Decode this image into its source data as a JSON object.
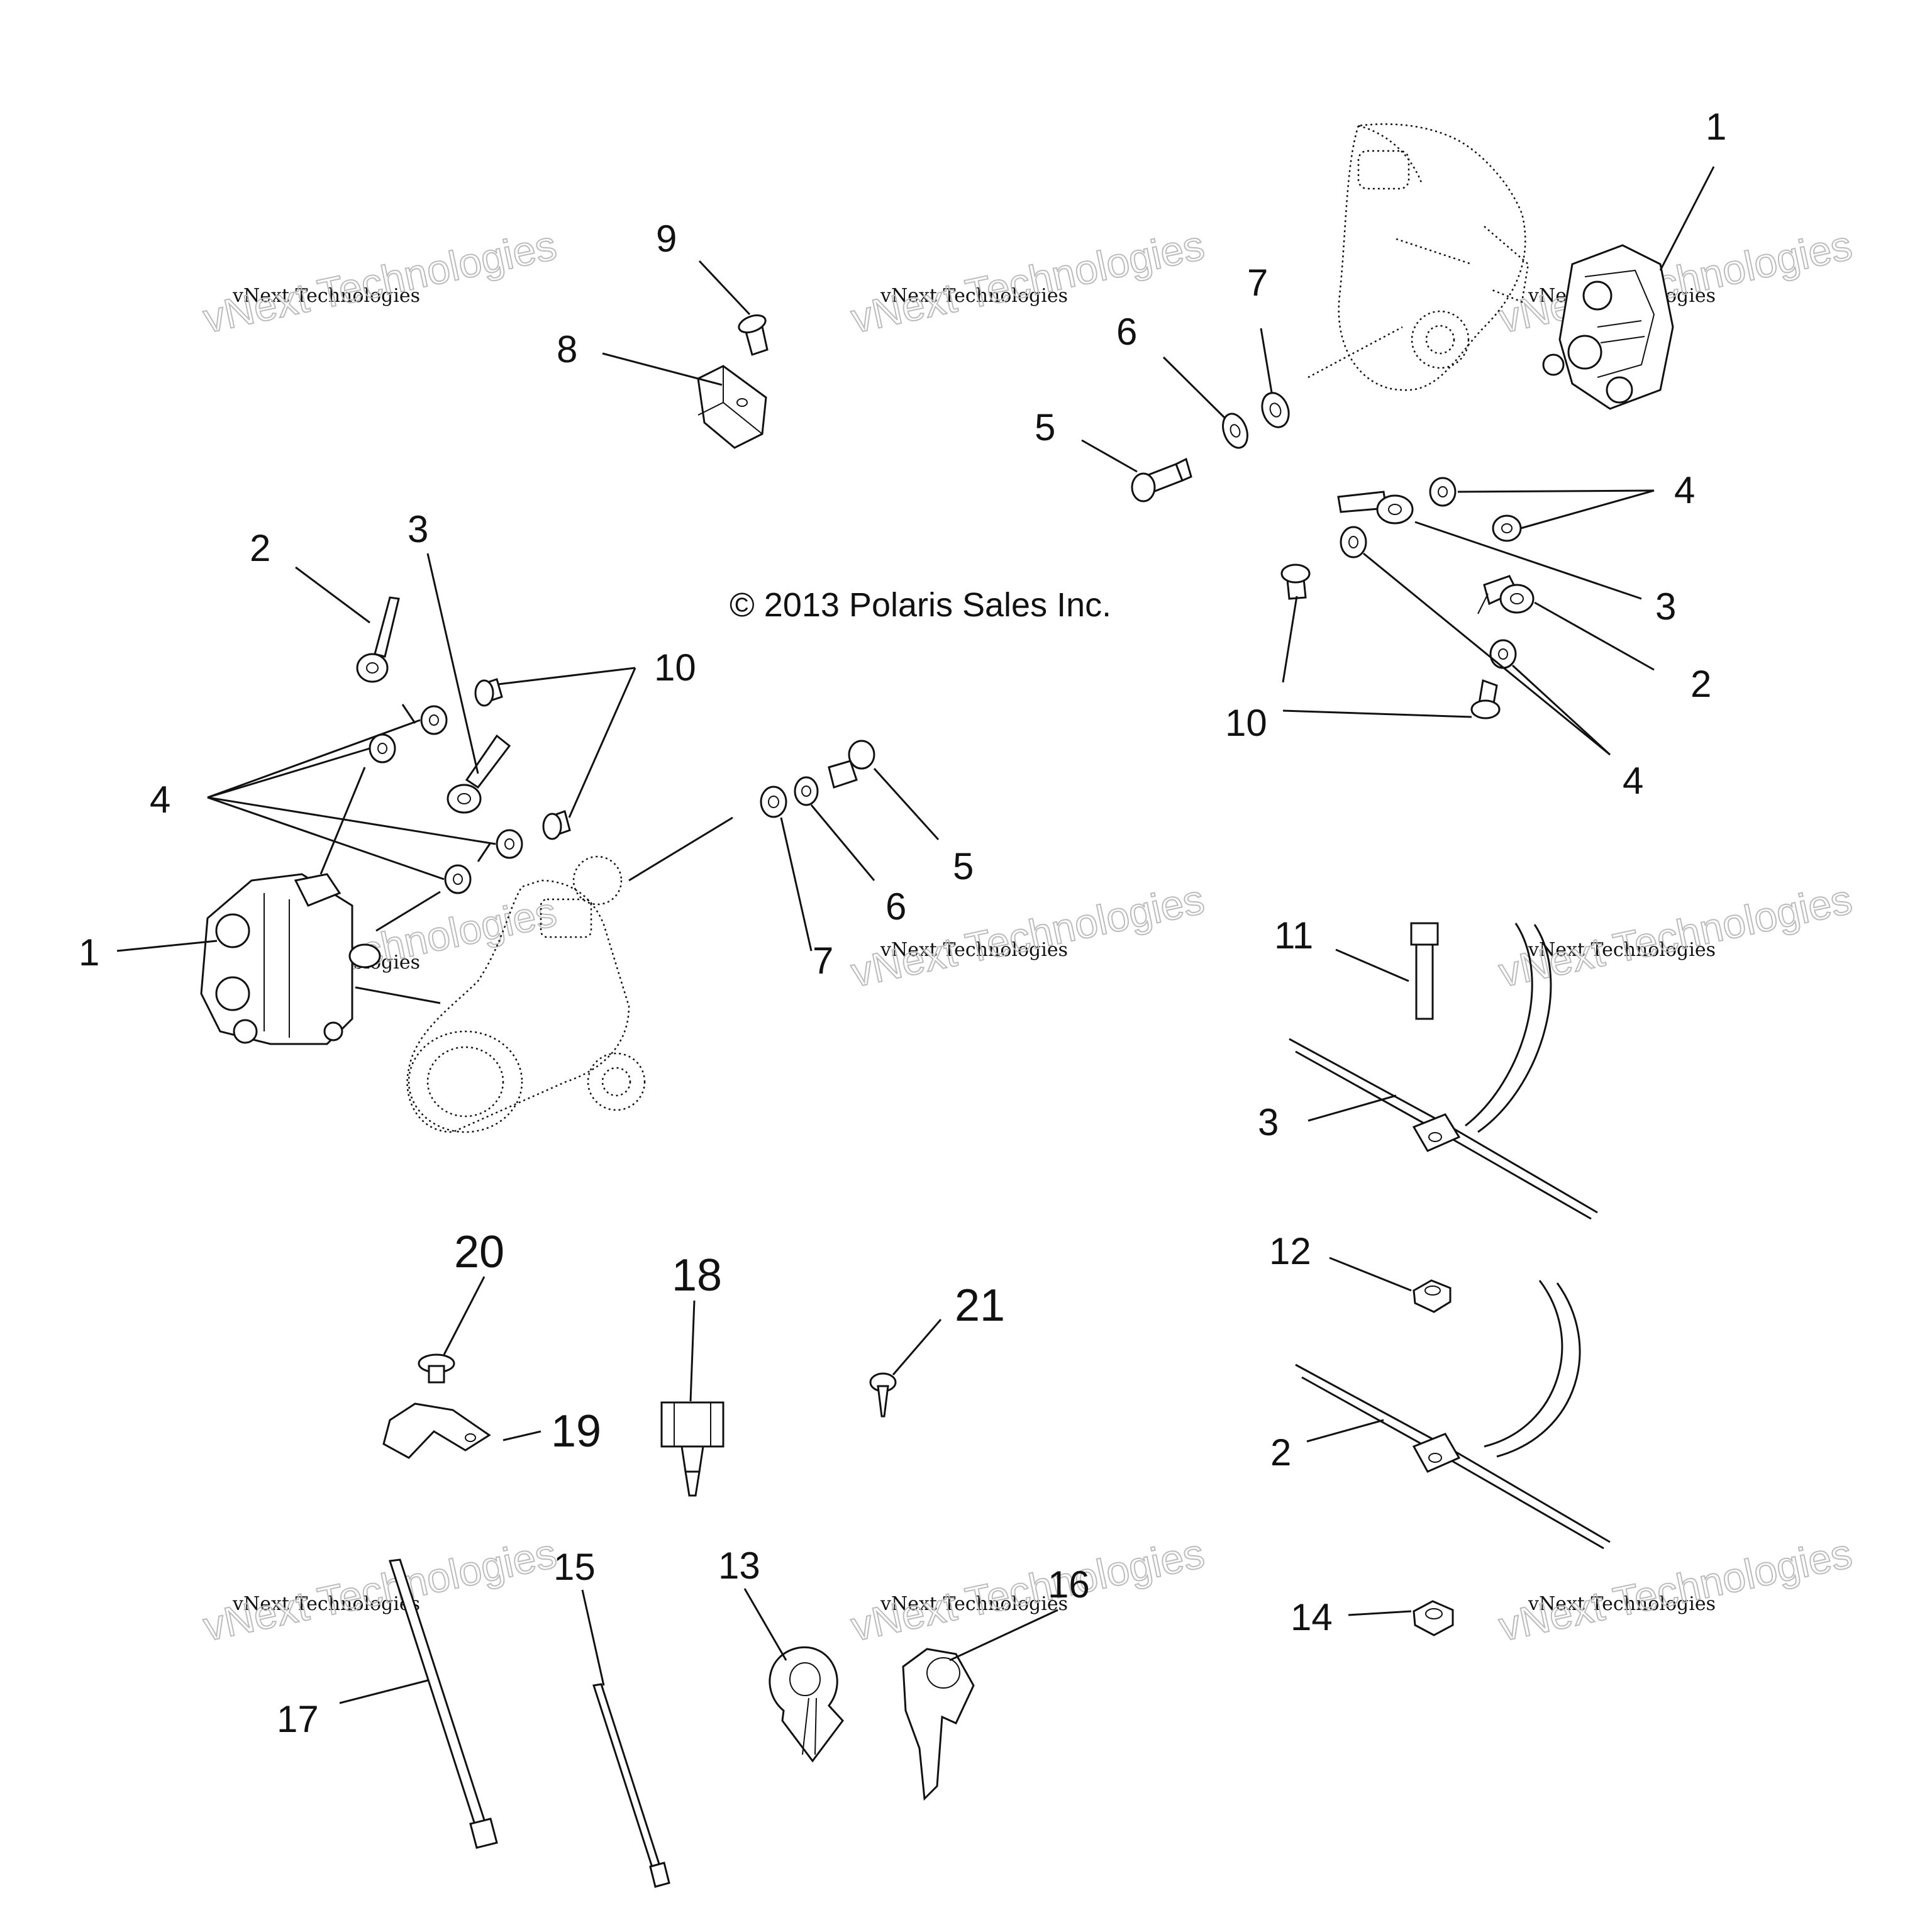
{
  "copyright": "© 2013 Polaris Sales Inc.",
  "watermark": {
    "line1": "vNext Technologies",
    "line2": "vNext Technologies"
  },
  "callouts": {
    "c1_top": "1",
    "c1_left": "1",
    "c2_left": "2",
    "c2_right": "2",
    "c2_cable": "2",
    "c3_left": "3",
    "c3_right": "3",
    "c3_cable": "3",
    "c4_left": "4",
    "c4_right_top": "4",
    "c4_right_bottom": "4",
    "c5_top": "5",
    "c5_mid": "5",
    "c6_top": "6",
    "c6_mid": "6",
    "c7_top": "7",
    "c7_mid": "7",
    "c8": "8",
    "c9": "9",
    "c10_left": "10",
    "c10_right": "10",
    "c11": "11",
    "c12": "12",
    "c13": "13",
    "c14": "14",
    "c15": "15",
    "c16": "16",
    "c17": "17",
    "c18": "18",
    "c19": "19",
    "c20": "20",
    "c21": "21"
  }
}
